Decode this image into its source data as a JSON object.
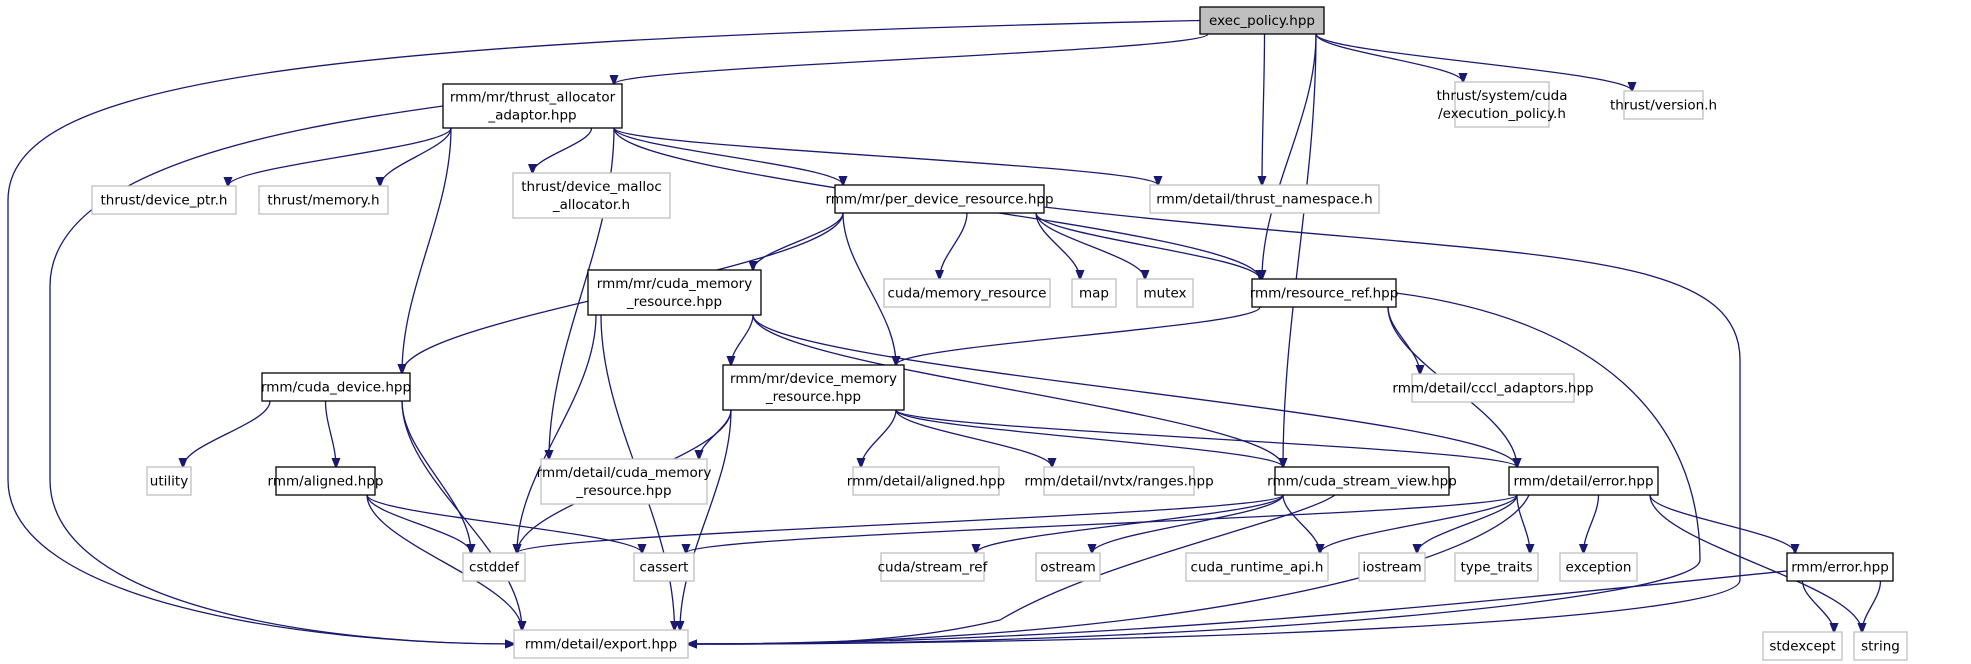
{
  "title": "exec_policy.hpp include dependency graph",
  "colors": {
    "edge": "#191970",
    "root_fill": "#bfbfbf",
    "doc_border": "#000000",
    "ext_border": "#bfbfbf"
  },
  "nodes": [
    {
      "id": "exec_policy",
      "lines": [
        "exec_policy.hpp"
      ],
      "kind": "root"
    },
    {
      "id": "thrust_allocator_adaptor",
      "lines": [
        "rmm/mr/thrust_allocator",
        "_adaptor.hpp"
      ],
      "kind": "doc"
    },
    {
      "id": "thrust_system_cuda_execution_policy",
      "lines": [
        "thrust/system/cuda",
        "/execution_policy.h"
      ],
      "kind": "ext"
    },
    {
      "id": "thrust_version",
      "lines": [
        "thrust/version.h"
      ],
      "kind": "ext"
    },
    {
      "id": "thrust_device_ptr",
      "lines": [
        "thrust/device_ptr.h"
      ],
      "kind": "ext"
    },
    {
      "id": "thrust_memory",
      "lines": [
        "thrust/memory.h"
      ],
      "kind": "ext"
    },
    {
      "id": "thrust_device_malloc_allocator",
      "lines": [
        "thrust/device_malloc",
        "_allocator.h"
      ],
      "kind": "ext"
    },
    {
      "id": "per_device_resource",
      "lines": [
        "rmm/mr/per_device_resource.hpp"
      ],
      "kind": "doc"
    },
    {
      "id": "thrust_namespace",
      "lines": [
        "rmm/detail/thrust_namespace.h"
      ],
      "kind": "ext"
    },
    {
      "id": "cuda_memory_resource_mr",
      "lines": [
        "rmm/mr/cuda_memory",
        "_resource.hpp"
      ],
      "kind": "doc"
    },
    {
      "id": "cuda_memory_resource_lib",
      "lines": [
        "cuda/memory_resource"
      ],
      "kind": "ext"
    },
    {
      "id": "map",
      "lines": [
        "map"
      ],
      "kind": "ext"
    },
    {
      "id": "mutex",
      "lines": [
        "mutex"
      ],
      "kind": "ext"
    },
    {
      "id": "resource_ref",
      "lines": [
        "rmm/resource_ref.hpp"
      ],
      "kind": "doc"
    },
    {
      "id": "cuda_device",
      "lines": [
        "rmm/cuda_device.hpp"
      ],
      "kind": "doc"
    },
    {
      "id": "device_memory_resource",
      "lines": [
        "rmm/mr/device_memory",
        "_resource.hpp"
      ],
      "kind": "doc"
    },
    {
      "id": "cccl_adaptors",
      "lines": [
        "rmm/detail/cccl_adaptors.hpp"
      ],
      "kind": "ext"
    },
    {
      "id": "utility",
      "lines": [
        "utility"
      ],
      "kind": "ext"
    },
    {
      "id": "aligned",
      "lines": [
        "rmm/aligned.hpp"
      ],
      "kind": "doc"
    },
    {
      "id": "detail_cuda_memory_resource",
      "lines": [
        "rmm/detail/cuda_memory",
        "_resource.hpp"
      ],
      "kind": "ext"
    },
    {
      "id": "detail_aligned",
      "lines": [
        "rmm/detail/aligned.hpp"
      ],
      "kind": "ext"
    },
    {
      "id": "nvtx_ranges",
      "lines": [
        "rmm/detail/nvtx/ranges.hpp"
      ],
      "kind": "ext"
    },
    {
      "id": "cuda_stream_view",
      "lines": [
        "rmm/cuda_stream_view.hpp"
      ],
      "kind": "doc"
    },
    {
      "id": "detail_error",
      "lines": [
        "rmm/detail/error.hpp"
      ],
      "kind": "doc"
    },
    {
      "id": "cstddef",
      "lines": [
        "cstddef"
      ],
      "kind": "ext"
    },
    {
      "id": "cassert",
      "lines": [
        "cassert"
      ],
      "kind": "ext"
    },
    {
      "id": "cuda_stream_ref",
      "lines": [
        "cuda/stream_ref"
      ],
      "kind": "ext"
    },
    {
      "id": "ostream",
      "lines": [
        "ostream"
      ],
      "kind": "ext"
    },
    {
      "id": "cuda_runtime_api",
      "lines": [
        "cuda_runtime_api.h"
      ],
      "kind": "ext"
    },
    {
      "id": "iostream",
      "lines": [
        "iostream"
      ],
      "kind": "ext"
    },
    {
      "id": "type_traits",
      "lines": [
        "type_traits"
      ],
      "kind": "ext"
    },
    {
      "id": "exception",
      "lines": [
        "exception"
      ],
      "kind": "ext"
    },
    {
      "id": "rmm_error",
      "lines": [
        "rmm/error.hpp"
      ],
      "kind": "doc"
    },
    {
      "id": "export",
      "lines": [
        "rmm/detail/export.hpp"
      ],
      "kind": "ext"
    },
    {
      "id": "stdexcept",
      "lines": [
        "stdexcept"
      ],
      "kind": "ext"
    },
    {
      "id": "string",
      "lines": [
        "string"
      ],
      "kind": "ext"
    }
  ],
  "edges": [
    [
      "exec_policy",
      "thrust_allocator_adaptor"
    ],
    [
      "exec_policy",
      "thrust_namespace"
    ],
    [
      "exec_policy",
      "resource_ref"
    ],
    [
      "exec_policy",
      "thrust_system_cuda_execution_policy"
    ],
    [
      "exec_policy",
      "thrust_version"
    ],
    [
      "exec_policy",
      "export"
    ],
    [
      "exec_policy",
      "cuda_stream_view"
    ],
    [
      "thrust_allocator_adaptor",
      "thrust_device_ptr"
    ],
    [
      "thrust_allocator_adaptor",
      "thrust_memory"
    ],
    [
      "thrust_allocator_adaptor",
      "thrust_device_malloc_allocator"
    ],
    [
      "thrust_allocator_adaptor",
      "per_device_resource"
    ],
    [
      "thrust_allocator_adaptor",
      "thrust_namespace"
    ],
    [
      "thrust_allocator_adaptor",
      "resource_ref"
    ],
    [
      "thrust_allocator_adaptor",
      "cuda_device"
    ],
    [
      "thrust_allocator_adaptor",
      "detail_cuda_memory_resource"
    ],
    [
      "thrust_allocator_adaptor",
      "export"
    ],
    [
      "per_device_resource",
      "cuda_memory_resource_mr"
    ],
    [
      "per_device_resource",
      "cuda_memory_resource_lib"
    ],
    [
      "per_device_resource",
      "map"
    ],
    [
      "per_device_resource",
      "mutex"
    ],
    [
      "per_device_resource",
      "resource_ref"
    ],
    [
      "per_device_resource",
      "cuda_device"
    ],
    [
      "per_device_resource",
      "device_memory_resource"
    ],
    [
      "per_device_resource",
      "export"
    ],
    [
      "cuda_memory_resource_mr",
      "device_memory_resource"
    ],
    [
      "cuda_memory_resource_mr",
      "cuda_stream_view"
    ],
    [
      "cuda_memory_resource_mr",
      "detail_error"
    ],
    [
      "cuda_memory_resource_mr",
      "cstddef"
    ],
    [
      "cuda_memory_resource_mr",
      "export"
    ],
    [
      "resource_ref",
      "device_memory_resource"
    ],
    [
      "resource_ref",
      "cccl_adaptors"
    ],
    [
      "resource_ref",
      "detail_error"
    ],
    [
      "resource_ref",
      "export"
    ],
    [
      "cuda_device",
      "utility"
    ],
    [
      "cuda_device",
      "aligned"
    ],
    [
      "cuda_device",
      "cstddef"
    ],
    [
      "cuda_device",
      "export"
    ],
    [
      "device_memory_resource",
      "detail_cuda_memory_resource"
    ],
    [
      "device_memory_resource",
      "detail_aligned"
    ],
    [
      "device_memory_resource",
      "nvtx_ranges"
    ],
    [
      "device_memory_resource",
      "cuda_stream_view"
    ],
    [
      "device_memory_resource",
      "detail_error"
    ],
    [
      "device_memory_resource",
      "cstddef"
    ],
    [
      "device_memory_resource",
      "export"
    ],
    [
      "aligned",
      "cstddef"
    ],
    [
      "aligned",
      "cassert"
    ],
    [
      "aligned",
      "export"
    ],
    [
      "cuda_stream_view",
      "cstddef"
    ],
    [
      "cuda_stream_view",
      "cuda_stream_ref"
    ],
    [
      "cuda_stream_view",
      "ostream"
    ],
    [
      "cuda_stream_view",
      "cuda_runtime_api"
    ],
    [
      "cuda_stream_view",
      "export"
    ],
    [
      "detail_error",
      "cassert"
    ],
    [
      "detail_error",
      "cuda_runtime_api"
    ],
    [
      "detail_error",
      "iostream"
    ],
    [
      "detail_error",
      "type_traits"
    ],
    [
      "detail_error",
      "exception"
    ],
    [
      "detail_error",
      "rmm_error"
    ],
    [
      "detail_error",
      "string"
    ],
    [
      "detail_error",
      "export"
    ],
    [
      "rmm_error",
      "stdexcept"
    ],
    [
      "rmm_error",
      "string"
    ],
    [
      "rmm_error",
      "export"
    ]
  ]
}
